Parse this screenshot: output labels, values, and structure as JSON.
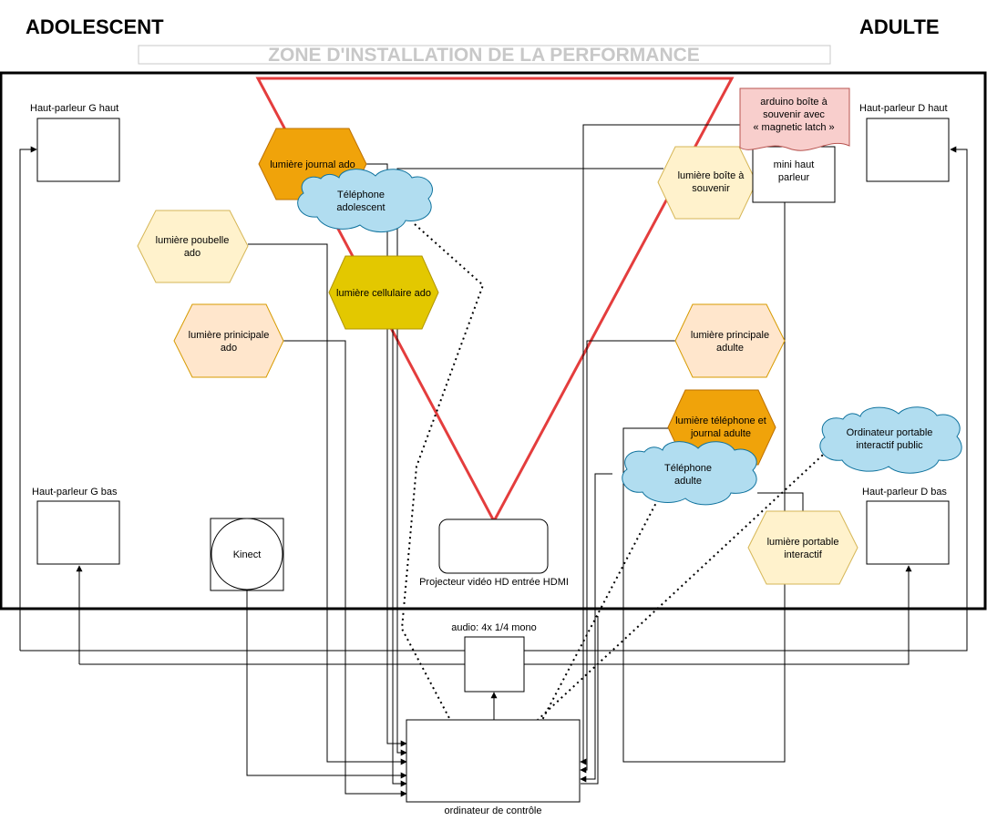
{
  "header": {
    "left_title": "ADOLESCENT",
    "right_title": "ADULTE",
    "zone_title": "ZONE D'INSTALLATION DE LA PERFORMANCE"
  },
  "speakers": {
    "g_haut": "Haut-parleur G haut",
    "d_haut": "Haut-parleur D haut",
    "g_bas": "Haut-parleur G bas",
    "d_bas": "Haut-parleur D bas"
  },
  "lights": {
    "journal_ado": "lumière journal ado",
    "poubelle_ado": [
      "lumière poubelle",
      "ado"
    ],
    "cellulaire_ado": "lumière cellulaire ado",
    "principale_ado": [
      "lumière prinicipale",
      "ado"
    ],
    "boite_souvenir": [
      "lumière boîte à",
      "souvenir"
    ],
    "principale_adulte": [
      "lumière principale",
      "adulte"
    ],
    "telephone_journal_adulte": [
      "lumière téléphone et",
      "journal adulte"
    ],
    "portable_interactif": [
      "lumière portable",
      "interactif"
    ]
  },
  "clouds": {
    "telephone_ado": [
      "Téléphone",
      "adolescent"
    ],
    "telephone_adulte": [
      "Téléphone",
      "adulte"
    ],
    "ordinateur_public": [
      "Ordinateur portable",
      "interactif public"
    ]
  },
  "devices": {
    "arduino_note": [
      "arduino boîte à",
      "souvenir avec",
      "« magnetic latch »"
    ],
    "mini_speaker": [
      "mini haut",
      "parleur"
    ],
    "kinect": "Kinect",
    "projector": "Projecteur vidéo HD entrée HDMI",
    "audio": "audio: 4x 1/4 mono",
    "control_computer": "ordinateur de contrôle"
  },
  "colors": {
    "light_orange": "#f0a30a",
    "light_cream": "#fff2cc",
    "light_peach": "#ffe6cc",
    "light_yellow": "#e3c800",
    "cloud_blue": "#b1ddf0",
    "cloud_stroke": "#10739e",
    "note_red": "#f8cecc",
    "triangle_red": "#e43d3d"
  }
}
